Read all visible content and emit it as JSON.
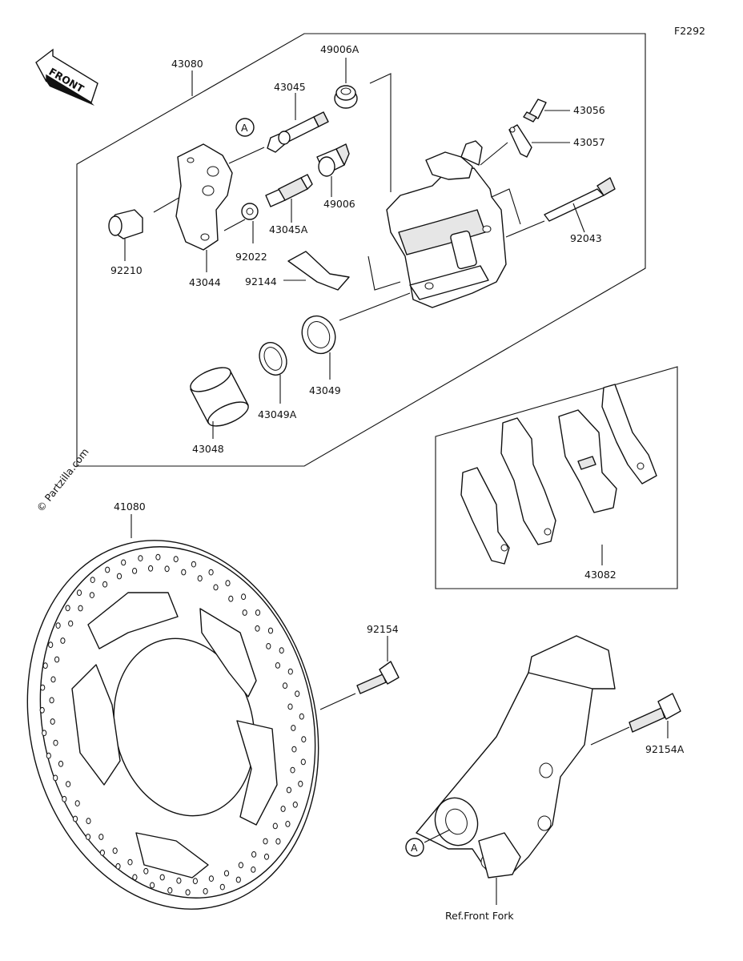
{
  "diagram_code": "F2292",
  "front_arrow_label": "FRONT",
  "watermark": "© Partzilla.com",
  "labels": {
    "p43080": "43080",
    "p49006A": "49006A",
    "p43045": "43045",
    "p43056": "43056",
    "p43057": "43057",
    "p49006": "49006",
    "p43045A": "43045A",
    "p92043": "92043",
    "p92210": "92210",
    "p92022": "92022",
    "p43044": "43044",
    "p92144": "92144",
    "p43049": "43049",
    "p43049A": "43049A",
    "p43048": "43048",
    "p41080": "41080",
    "p43082": "43082",
    "p92154": "92154",
    "p92154A": "92154A",
    "ref_front_fork": "Ref.Front Fork",
    "ref_a_top": "A",
    "ref_a_bottom": "A"
  }
}
